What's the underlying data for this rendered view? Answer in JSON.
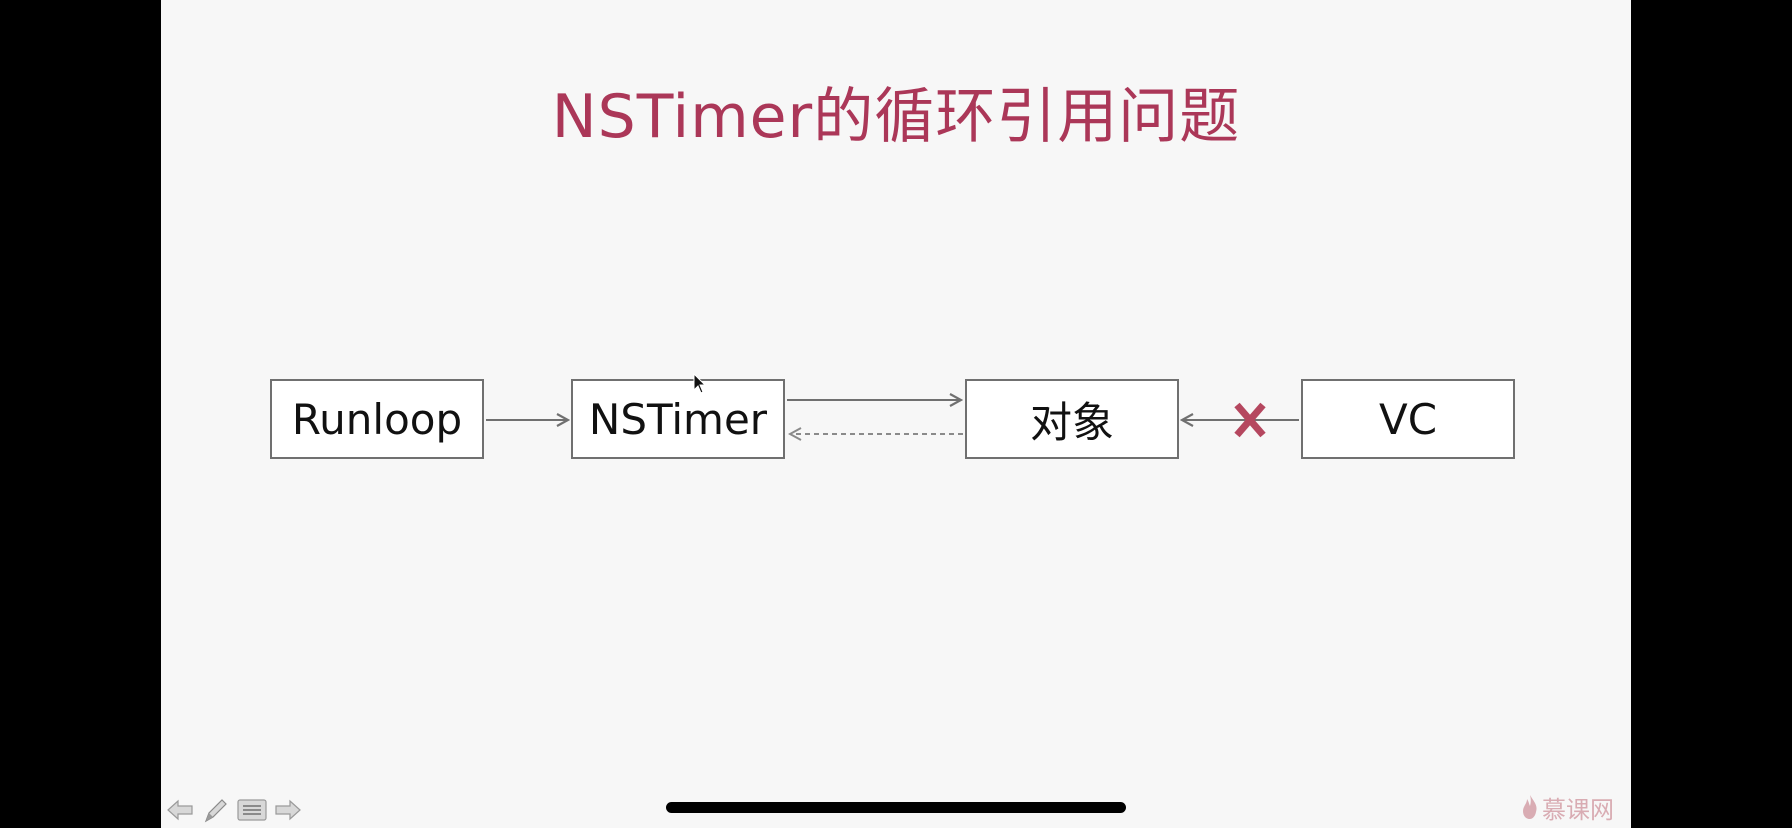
{
  "slide": {
    "title": "NSTimer的循环引用问题"
  },
  "diagram": {
    "nodes": [
      {
        "id": "runloop",
        "label": "Runloop"
      },
      {
        "id": "nstimer",
        "label": "NSTimer"
      },
      {
        "id": "object",
        "label": "对象"
      },
      {
        "id": "vc",
        "label": "VC"
      }
    ],
    "edges": [
      {
        "from": "runloop",
        "to": "nstimer",
        "style": "solid"
      },
      {
        "from": "nstimer",
        "to": "object",
        "style": "solid"
      },
      {
        "from": "object",
        "to": "nstimer",
        "style": "dashed"
      },
      {
        "from": "vc",
        "to": "object",
        "style": "solid",
        "broken": true
      }
    ],
    "colors": {
      "accent": "#ab3758",
      "line": "#707070",
      "break_mark": "#b5475f"
    }
  },
  "toolbar": {
    "icons": [
      "arrow-left-icon",
      "pen-icon",
      "menu-icon",
      "arrow-right-icon"
    ]
  },
  "watermark": {
    "text": "慕课网",
    "icon": "flame-icon"
  }
}
